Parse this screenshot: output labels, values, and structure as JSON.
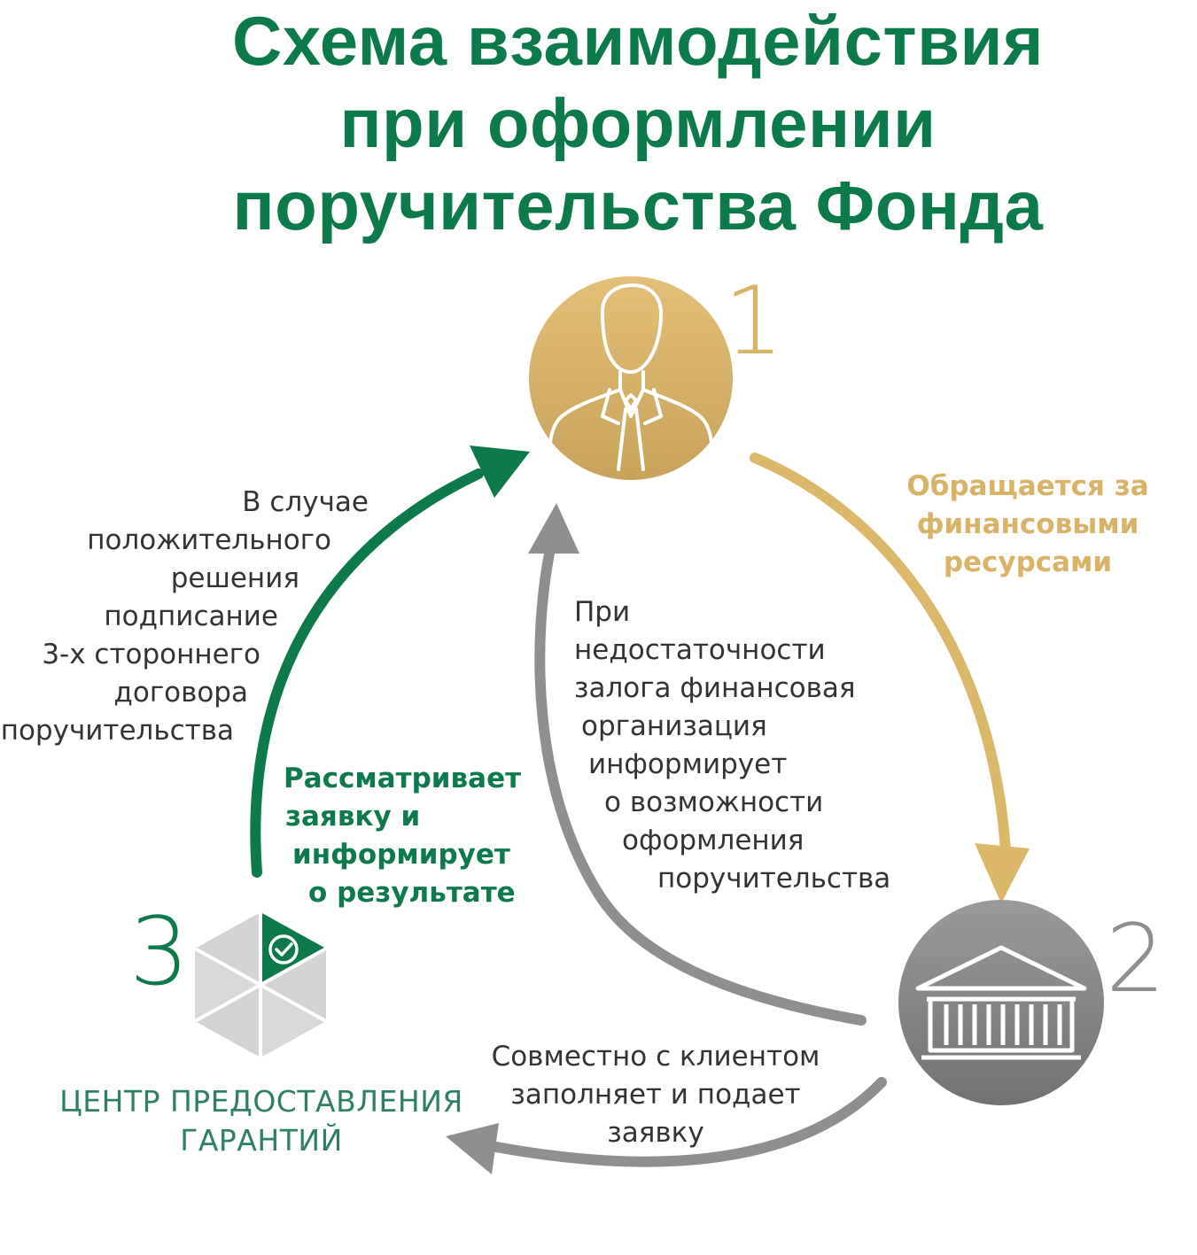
{
  "title": {
    "line1": "Схема взаимодействия",
    "line2": "при оформлении",
    "line3": "поручительства Фонда"
  },
  "nodes": {
    "client": {
      "number": "1",
      "icon": "person-icon"
    },
    "bank": {
      "number": "2",
      "icon": "bank-icon"
    },
    "center": {
      "number": "3",
      "icon": "hexagon-check-icon",
      "name_line1": "ЦЕНТР ПРЕДОСТАВЛЕНИЯ",
      "name_line2": "ГАРАНТИЙ"
    }
  },
  "edges": {
    "client_to_bank": {
      "lines": [
        "Обращается за",
        "финансовыми",
        "ресурсами"
      ]
    },
    "bank_to_client": {
      "lines": [
        "При",
        "недостаточности",
        "залога финансовая",
        "организация",
        "информирует",
        "о возможности",
        "оформления",
        "поручительства"
      ]
    },
    "bank_to_center": {
      "lines": [
        "Совместно с клиентом",
        "заполняет и подает",
        "заявку"
      ]
    },
    "center_to_client_review": {
      "lines": [
        "Рассматривает",
        "заявку и",
        "информирует",
        "о результате"
      ]
    },
    "center_to_client_sign": {
      "lines": [
        "В случае",
        "положительного",
        "решения",
        "подписание",
        "3-х стороннего",
        "договора",
        "поручительства"
      ]
    }
  },
  "colors": {
    "green": "#0d7a4b",
    "gold": "#d9b368",
    "gray": "#8a8a8a"
  }
}
